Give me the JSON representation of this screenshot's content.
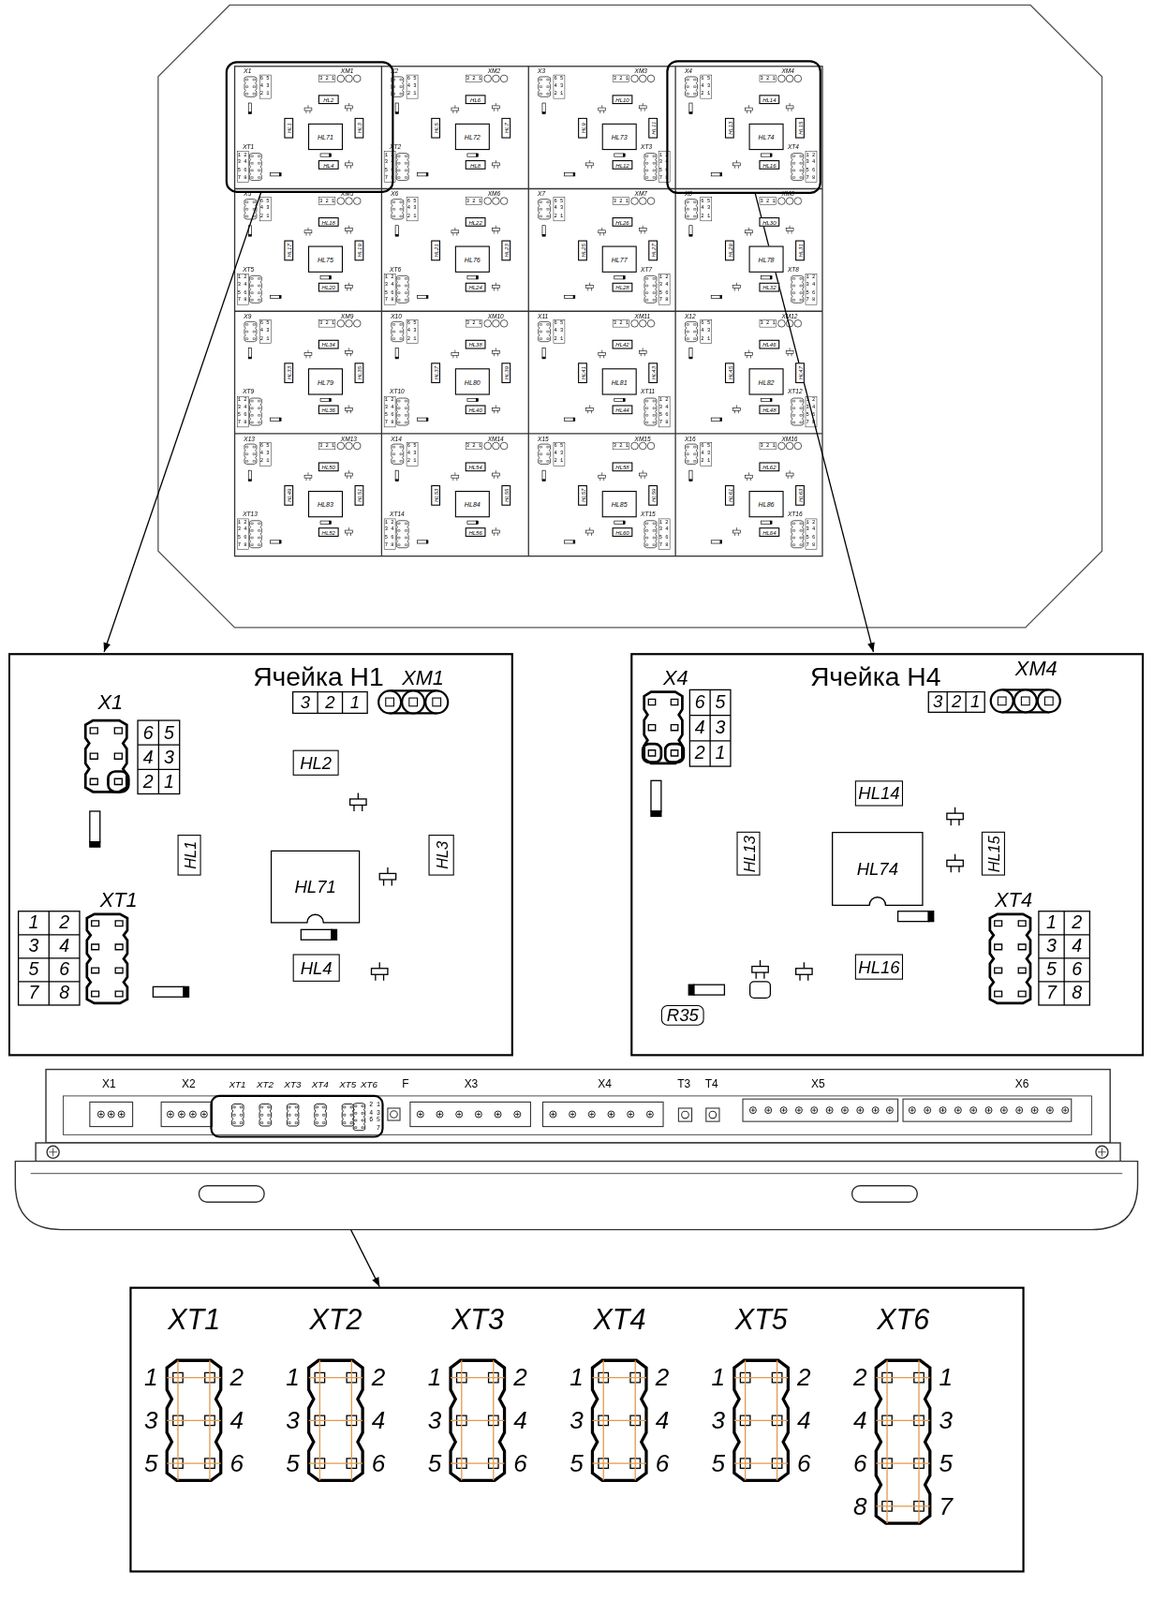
{
  "diagram": {
    "nodes": [
      {
        "text": [
          "Ячейка H1"
        ]
      },
      {
        "text": [
          "HL2"
        ],
        "in": 0
      },
      {
        "text": [
          "HL1"
        ],
        "in": 0
      },
      {
        "text": [
          "HL71"
        ],
        "in": 0
      },
      {
        "text": [
          "HL3"
        ],
        "in": 0
      },
      {
        "text": [
          "HL4"
        ],
        "in": 0
      },
      {
        "text": [
          "Ячейка H4"
        ]
      },
      {
        "text": [
          "HL14"
        ],
        "in": 6
      },
      {
        "text": [
          "HL13"
        ],
        "in": 6
      },
      {
        "text": [
          "HL74"
        ],
        "in": 6
      },
      {
        "text": [
          "HL15"
        ],
        "in": 6
      },
      {
        "text": [
          "HL16"
        ],
        "in": 6
      },
      {
        "text": [
          "R35"
        ],
        "in": 6
      }
    ],
    "labels": [
      "X1",
      "6 5 4 3 2 1",
      "XM1",
      "3 2 1",
      "HL2",
      "HL1",
      "HL71",
      "HL3",
      "HL4",
      "XT1",
      "1 2 3 4 5 6 7 8",
      "X2",
      "6 5 4 3 2 1",
      "XM2",
      "3 2 1",
      "HL6",
      "HL5",
      "HL72",
      "HL7",
      "HL8",
      "XT2",
      "1 2 3 4 5 6 7 8",
      "X3",
      "6 5 4 3 2 1",
      "XM3",
      "3 2 1",
      "HL10",
      "HL9",
      "HL73",
      "HL11",
      "HL12",
      "XT3",
      "1 2 3 4 5 6 7 8",
      "X4",
      "6 5 4 3 2 1",
      "XM4",
      "3 2 1",
      "HL14",
      "HL13",
      "HL74",
      "HL15",
      "HL16",
      "XT4",
      "1 2 3 4 5 6 7 8",
      "X5",
      "6 5 4 3 2 1",
      "XM5",
      "3 2 1",
      "HL18",
      "HL17",
      "HL75",
      "HL19",
      "HL20",
      "XT5",
      "1 2 3 4 5 6 7 8",
      "X6",
      "6 5 4 3 2 1",
      "XM6",
      "3 2 1",
      "HL22",
      "HL21",
      "HL76",
      "HL23",
      "HL24",
      "XT6",
      "1 2 3 4 5 6 7 8",
      "X7",
      "6 5 4 3 2 1",
      "XM7",
      "3 2 1",
      "HL26",
      "HL25",
      "HL77",
      "HL27",
      "HL28",
      "XT7",
      "1 2 3 4 5 6 7 8",
      "X8",
      "6 5 4 3 2 1",
      "XM8",
      "3 2 1",
      "HL30",
      "HL29",
      "HL78",
      "HL31",
      "HL32",
      "XT8",
      "1 2 3 4 5 6 7 8",
      "X9",
      "6 5 4 3 2 1",
      "XM9",
      "3 2 1",
      "HL34",
      "HL33",
      "HL79",
      "HL35",
      "HL36",
      "XT9",
      "1 2 3 4 5 6 7 8",
      "X10",
      "6 5 4 3 2 1",
      "XM10",
      "3 2 1",
      "HL38",
      "HL37",
      "HL80",
      "HL39",
      "HL40",
      "XT10",
      "1 2 3 4 5 6 7 8",
      "X11",
      "6 5 4 3 2 1",
      "XM11",
      "3 2 1",
      "HL42",
      "HL41",
      "HL81",
      "HL43",
      "HL44",
      "XT11",
      "1 2 3 4 5 6 7 8",
      "X12",
      "6 5 4 3 2 1",
      "XM12",
      "3 2 1",
      "HL46",
      "HL45",
      "HL82",
      "HL47",
      "HL48",
      "XT12",
      "1 2 3 4 5 6 7 8",
      "X13",
      "6 5 4 3 2 1",
      "XM13",
      "3 2 1",
      "HL50",
      "HL49",
      "HL83",
      "HL51",
      "HL52",
      "XT13",
      "1 2 3 4 5 6 7 8",
      "X14",
      "6 5 4 3 2 1",
      "XM14",
      "3 2 1",
      "HL54",
      "HL53",
      "HL84",
      "HL55",
      "HL56",
      "XT14",
      "1 2 3 4 5 6 7 8",
      "X15",
      "6 5 4 3 2 1",
      "XM15",
      "3 2 1",
      "HL58",
      "HL57",
      "HL85",
      "HL59",
      "HL60",
      "XT15",
      "1 2 3 4 5 6 7 8",
      "X16",
      "6 5 4 3 2 1",
      "XM16",
      "3 2 1",
      "HL62",
      "HL61",
      "HL86",
      "HL63",
      "HL64",
      "XT16",
      "1 2 3 4 5 6 7 8",
      "X1",
      "6",
      "5",
      "4",
      "3",
      "2",
      "1",
      "XM1",
      "3",
      "2",
      "1",
      "XT1",
      "1",
      "2",
      "3",
      "4",
      "5",
      "6",
      "7",
      "8",
      "X4",
      "6",
      "5",
      "4",
      "3",
      "2",
      "1",
      "XM4",
      "3",
      "2",
      "1",
      "XT4",
      "1",
      "2",
      "3",
      "4",
      "5",
      "6",
      "7",
      "8",
      "X1",
      "X2",
      "XT1",
      "XT2",
      "XT3",
      "XT4",
      "XT5",
      "XT6",
      "F",
      "X3",
      "X4",
      "T3",
      "T4",
      "X5",
      "X6",
      "2",
      "1",
      "4",
      "3",
      "6",
      "5",
      "7",
      "XT1",
      "1",
      "2",
      "3",
      "4",
      "5",
      "6",
      "XT2",
      "1",
      "2",
      "3",
      "4",
      "5",
      "6",
      "XT3",
      "1",
      "2",
      "3",
      "4",
      "5",
      "6",
      "XT4",
      "1",
      "2",
      "3",
      "4",
      "5",
      "6",
      "XT5",
      "1",
      "2",
      "3",
      "4",
      "5",
      "6",
      "XT6",
      "2",
      "1",
      "4",
      "3",
      "6",
      "5",
      "8",
      "7"
    ]
  }
}
